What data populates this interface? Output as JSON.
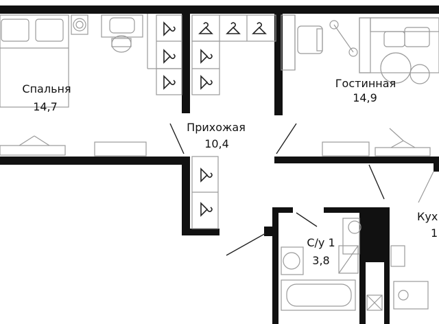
{
  "rooms": {
    "bedroom": {
      "name": "Спальня",
      "area": "14,7"
    },
    "hallway": {
      "name": "Прихожая",
      "area": "10,4"
    },
    "living": {
      "name": "Гостинная",
      "area": "14,9"
    },
    "bathroom": {
      "name": "С/у 1",
      "area": "3,8"
    },
    "kitchen": {
      "name": "Кух",
      "area": "1"
    }
  },
  "icons": [
    "hanger-icon",
    "bed-icon",
    "sofa-icon",
    "tv-icon",
    "bathtub-icon",
    "sink-icon",
    "toilet-icon",
    "washing-machine-icon",
    "table-icon",
    "chair-icon",
    "lamp-icon"
  ],
  "colors": {
    "wall": "#111111",
    "furniture": "#9a9a9a",
    "background": "#ffffff"
  }
}
